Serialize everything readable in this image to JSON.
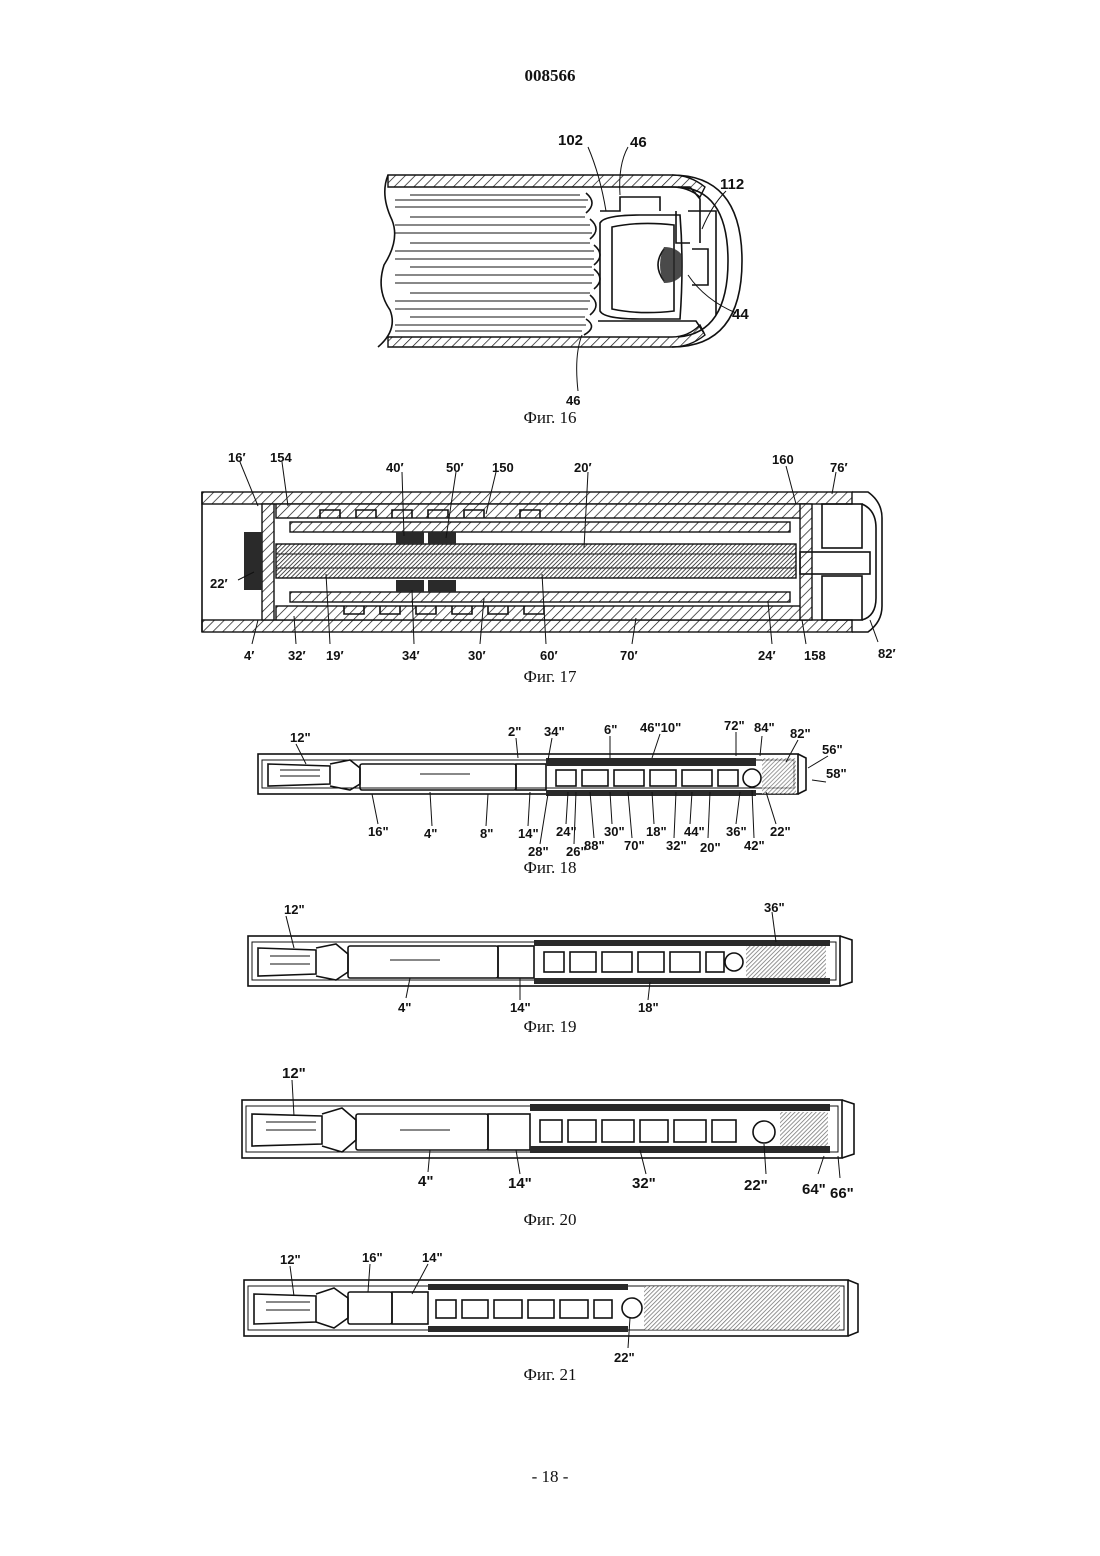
{
  "header": {
    "doc_number": "008566"
  },
  "footer": {
    "page_number": "- 18 -"
  },
  "figures": [
    {
      "id": "fig16",
      "caption": "Фиг. 16",
      "labels": [
        "102",
        "46",
        "112",
        "44",
        "46"
      ]
    },
    {
      "id": "fig17",
      "caption": "Фиг. 17",
      "labels_top": [
        "16′",
        "154",
        "40′",
        "50′",
        "150",
        "20′",
        "160",
        "76′"
      ],
      "labels_left": [
        "22′"
      ],
      "labels_bottom": [
        "4′",
        "32′",
        "19′",
        "34′",
        "30′",
        "60′",
        "70′",
        "24′",
        "158",
        "82′"
      ]
    },
    {
      "id": "fig18",
      "caption": "Фиг. 18",
      "labels_top": [
        "12\"",
        "2\"",
        "34\"",
        "6\"",
        "46\"10\"",
        "72\"",
        "84\"",
        "82\"",
        "56\"",
        "58\""
      ],
      "labels_bottom": [
        "16\"",
        "4\"",
        "8\"",
        "14\"",
        "24\"",
        "28\"",
        "26\"",
        "88\"",
        "30\"",
        "70\"",
        "18\"",
        "32\"",
        "44\"",
        "20\"",
        "36\"",
        "42\"",
        "22\""
      ]
    },
    {
      "id": "fig19",
      "caption": "Фиг. 19",
      "labels": [
        "12\"",
        "36\"",
        "4\"",
        "14\"",
        "18\""
      ]
    },
    {
      "id": "fig20",
      "caption": "Фиг. 20",
      "labels": [
        "12\"",
        "4\"",
        "14\"",
        "32\"",
        "22\"",
        "64\"",
        "66\""
      ]
    },
    {
      "id": "fig21",
      "caption": "Фиг. 21",
      "labels": [
        "12\"",
        "16\"",
        "14\"",
        "22\""
      ]
    }
  ]
}
